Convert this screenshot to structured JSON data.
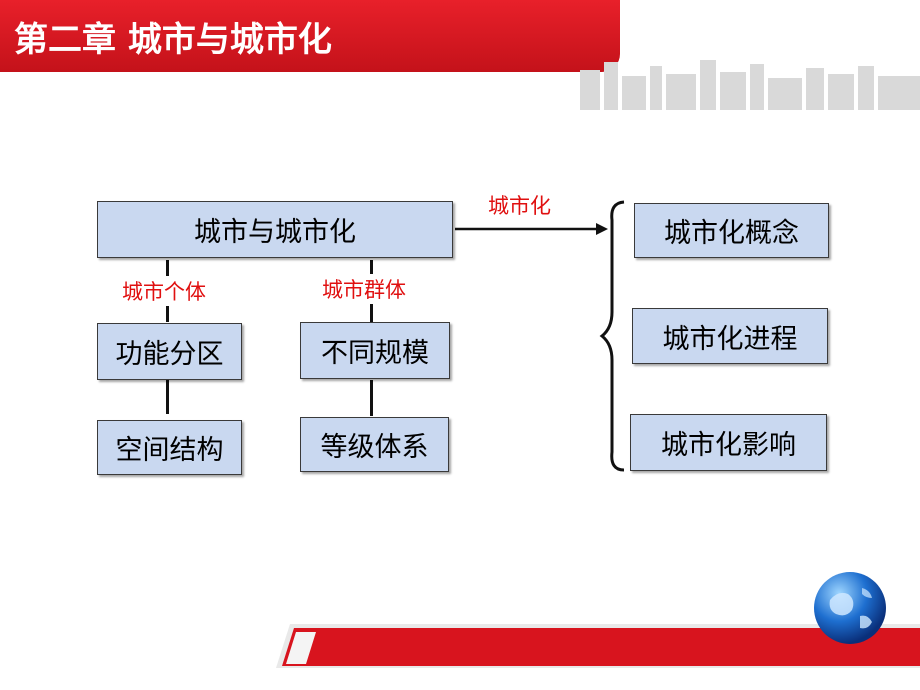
{
  "title": "第二章  城市与城市化",
  "main_box": "城市与城市化",
  "arrow_label": "城市化",
  "branches": {
    "left": {
      "label": "城市个体",
      "box1": "功能分区",
      "box2": "空间结构"
    },
    "right": {
      "label": "城市群体",
      "box1": "不同规模",
      "box2": "等级体系"
    }
  },
  "urbanization_items": [
    "城市化概念",
    "城市化进程",
    "城市化影响"
  ],
  "colors": {
    "title_red": "#d8141e",
    "box_fill": "#c9d8f0",
    "label_red": "#e01010"
  }
}
